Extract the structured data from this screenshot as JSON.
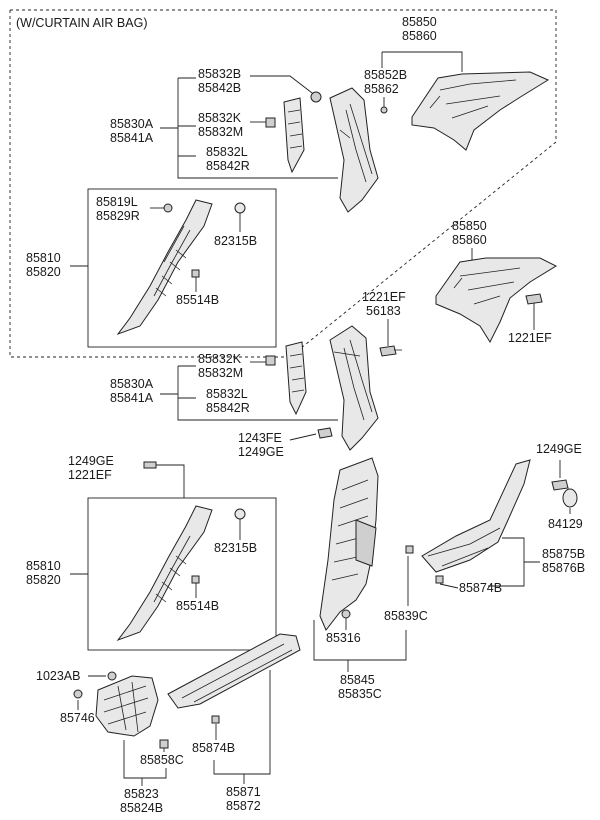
{
  "header": {
    "curtain_note": "(W/CURTAIN AIR BAG)"
  },
  "labels": {
    "p85850_a": "85850",
    "p85860_a": "85860",
    "p85852B": "85852B",
    "p85862": "85862",
    "p85832B": "85832B",
    "p85842B": "85842B",
    "p85830A_a": "85830A",
    "p85841A_a": "85841A",
    "p85832K_a": "85832K",
    "p85832M_a": "85832M",
    "p85832L_a": "85832L",
    "p85842R_a": "85842R",
    "p85819L": "85819L",
    "p85829R": "85829R",
    "p82315B_a": "82315B",
    "p85810_a": "85810",
    "p85820_a": "85820",
    "p85514B_a": "85514B",
    "p85850_b": "85850",
    "p85860_b": "85860",
    "p1221EF_a": "1221EF",
    "p56183": "56183",
    "p1221EF_b": "1221EF",
    "p85832K_b": "85832K",
    "p85832M_b": "85832M",
    "p85830A_b": "85830A",
    "p85841A_b": "85841A",
    "p85832L_b": "85832L",
    "p85842R_b": "85842R",
    "p1243FE": "1243FE",
    "p1249GE_a": "1249GE",
    "p1249GE_b": "1249GE",
    "p1221EF_c": "1221EF",
    "p1249GE_c": "1249GE",
    "p84129": "84129",
    "p82315B_b": "82315B",
    "p85810_b": "85810",
    "p85820_b": "85820",
    "p85514B_b": "85514B",
    "p85875B": "85875B",
    "p85876B": "85876B",
    "p85874B_a": "85874B",
    "p85839C": "85839C",
    "p85316": "85316",
    "p85845": "85845",
    "p85835C": "85835C",
    "p1023AB": "1023AB",
    "p85746": "85746",
    "p85858C": "85858C",
    "p85874B_b": "85874B",
    "p85823": "85823",
    "p85824B": "85824B",
    "p85871": "85871",
    "p85872": "85872"
  }
}
